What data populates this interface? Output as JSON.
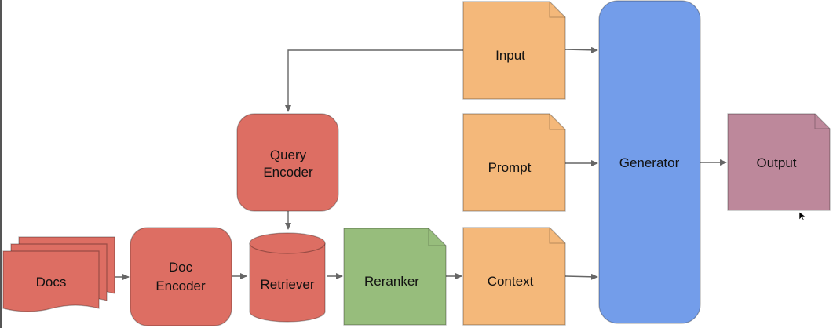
{
  "colors": {
    "query_encoder": "#dd6e63",
    "doc_encoder": "#dd6e63",
    "docs": "#dd6e63",
    "retriever": "#dd6e63",
    "reranker": "#97bd7c",
    "input": "#f4b87a",
    "prompt": "#f4b87a",
    "context": "#f4b87a",
    "generator": "#739dea",
    "output": "#bd889b",
    "edge": "#666666"
  },
  "nodes": {
    "docs": {
      "label": "Docs"
    },
    "doc_encoder": {
      "line1": "Doc",
      "line2": "Encoder"
    },
    "query_encoder": {
      "line1": "Query",
      "line2": "Encoder"
    },
    "retriever": {
      "label": "Retriever"
    },
    "reranker": {
      "label": "Reranker"
    },
    "input": {
      "label": "Input"
    },
    "prompt": {
      "label": "Prompt"
    },
    "context": {
      "label": "Context"
    },
    "generator": {
      "label": "Generator"
    },
    "output": {
      "label": "Output"
    }
  }
}
